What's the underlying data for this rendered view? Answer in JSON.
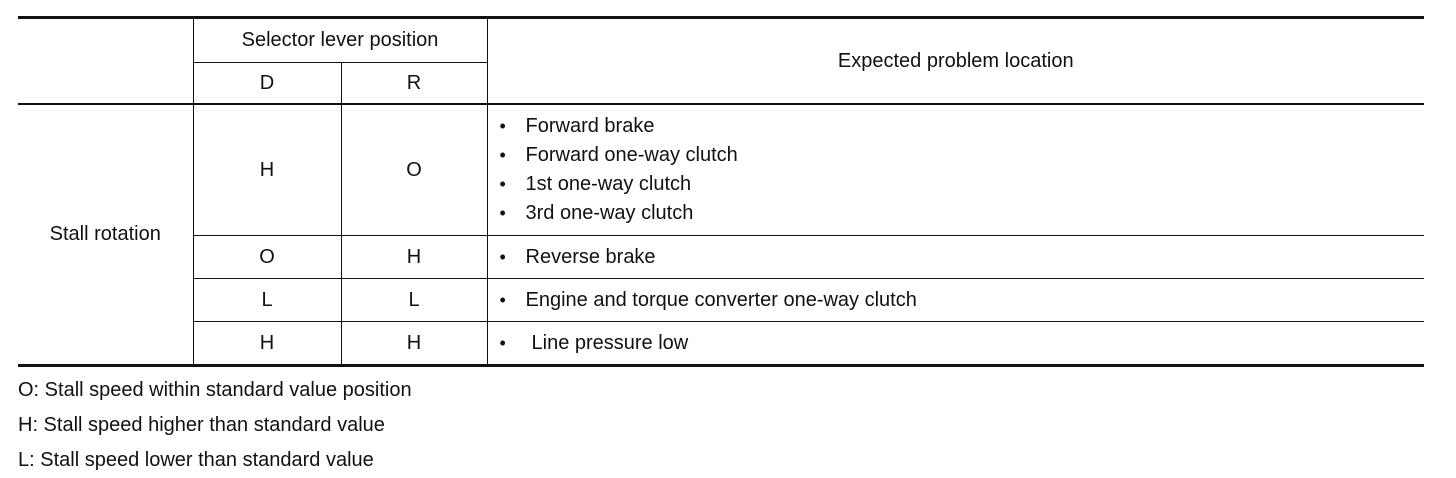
{
  "table": {
    "header": {
      "selector_lever_position": "Selector lever position",
      "col_d": "D",
      "col_r": "R",
      "expected_problem_location": "Expected problem location"
    },
    "row_label": "Stall rotation",
    "rows": [
      {
        "d": "H",
        "r": "O",
        "locations": [
          "Forward brake",
          "Forward one-way clutch",
          "1st one-way clutch",
          "3rd one-way clutch"
        ]
      },
      {
        "d": "O",
        "r": "H",
        "locations": [
          "Reverse brake"
        ]
      },
      {
        "d": "L",
        "r": "L",
        "locations": [
          "Engine and torque converter one-way clutch"
        ]
      },
      {
        "d": "H",
        "r": "H",
        "locations": [
          "Line pressure low"
        ]
      }
    ],
    "bullet": "•"
  },
  "legend": [
    "O: Stall speed within standard value position",
    "H: Stall speed higher than standard value",
    "L: Stall speed lower than standard value"
  ]
}
